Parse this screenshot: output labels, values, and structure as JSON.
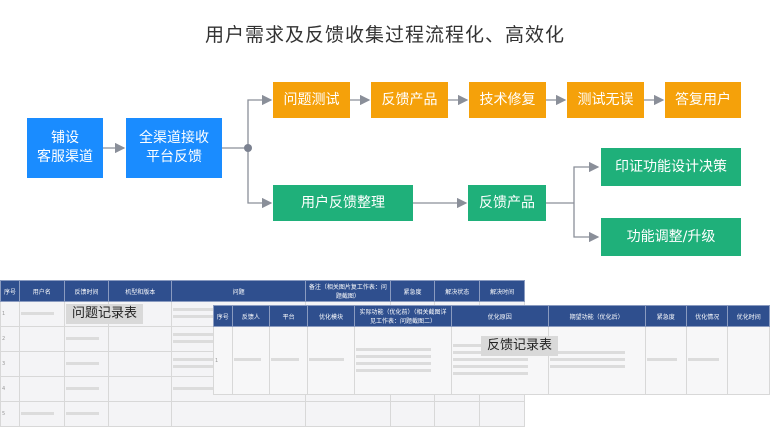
{
  "title": "用户需求及反馈收集过程流程化、高效化",
  "nodes": {
    "channel": "铺设\n客服渠道",
    "platform": "全渠道接收\n平台反馈",
    "issue_test": "问题测试",
    "feedback_product_1": "反馈产品",
    "tech_fix": "技术修复",
    "test_ok": "测试无误",
    "reply_user": "答复用户",
    "organize": "用户反馈整理",
    "feedback_product_2": "反馈产品",
    "verify_design": "印证功能设计决策",
    "adjust_upgrade": "功能调整/升级"
  },
  "colors": {
    "blue": "#1a8cff",
    "orange": "#f5a10a",
    "green": "#1fb07a",
    "line": "#8a8f99",
    "header": "#2f4f8e"
  },
  "issue_table": {
    "label": "问题记录表",
    "headers": [
      "序号",
      "用户名",
      "反馈时间",
      "机型和版本",
      "问题",
      "备注（相关图片复工作表：问题截图）",
      "紧急度",
      "解决状态",
      "解决时间"
    ],
    "row_numbers": [
      "1",
      "2",
      "3",
      "4",
      "5"
    ]
  },
  "feedback_table": {
    "label": "反馈记录表",
    "headers": [
      "序号",
      "反馈人",
      "平台",
      "优化模块",
      "实际功能（优化前）（相关截图详见工作表：问题截图二）",
      "优化原因",
      "期望功能（优化后）",
      "紧急度",
      "优化情况",
      "优化时间"
    ],
    "row_numbers": [
      "1"
    ]
  }
}
